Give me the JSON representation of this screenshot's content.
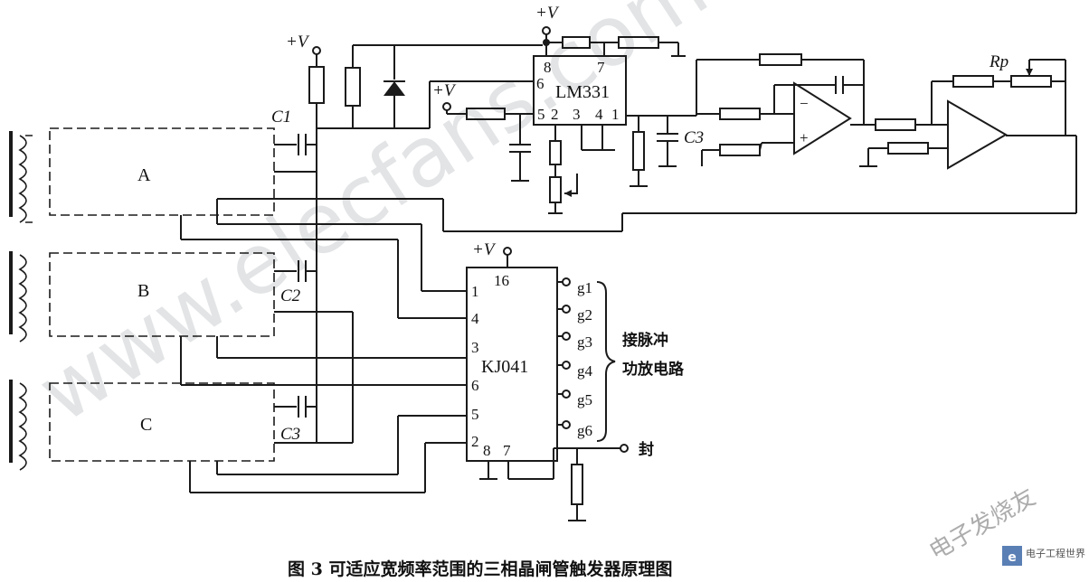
{
  "supply": {
    "label": "+V"
  },
  "chips": {
    "lm331": {
      "name": "LM331",
      "pins": [
        "8",
        "7",
        "6",
        "5",
        "2",
        "3",
        "4",
        "1"
      ]
    },
    "kj041": {
      "name": "KJ041",
      "pins_left": [
        "1",
        "4",
        "3",
        "6",
        "5",
        "2"
      ],
      "pins_bottom": [
        "8",
        "7"
      ],
      "pin_top": "16"
    }
  },
  "phases": [
    {
      "label": "A",
      "cap": "C1"
    },
    {
      "label": "B",
      "cap": "C2"
    },
    {
      "label": "C",
      "cap": "C3"
    }
  ],
  "c3_filter": "C3",
  "rp": "Rp",
  "outputs": [
    "g1",
    "g2",
    "g3",
    "g4",
    "g5",
    "g6"
  ],
  "pulse_label_1": "接脉冲",
  "pulse_label_2": "功放电路",
  "seal": "封",
  "caption": "图 3    可适应宽频率范围的三相晶闸管触发器原理图",
  "watermark": "www.elecfans.com",
  "corner_logo": "电子发烧友",
  "brand_badge": "电子工程世界"
}
